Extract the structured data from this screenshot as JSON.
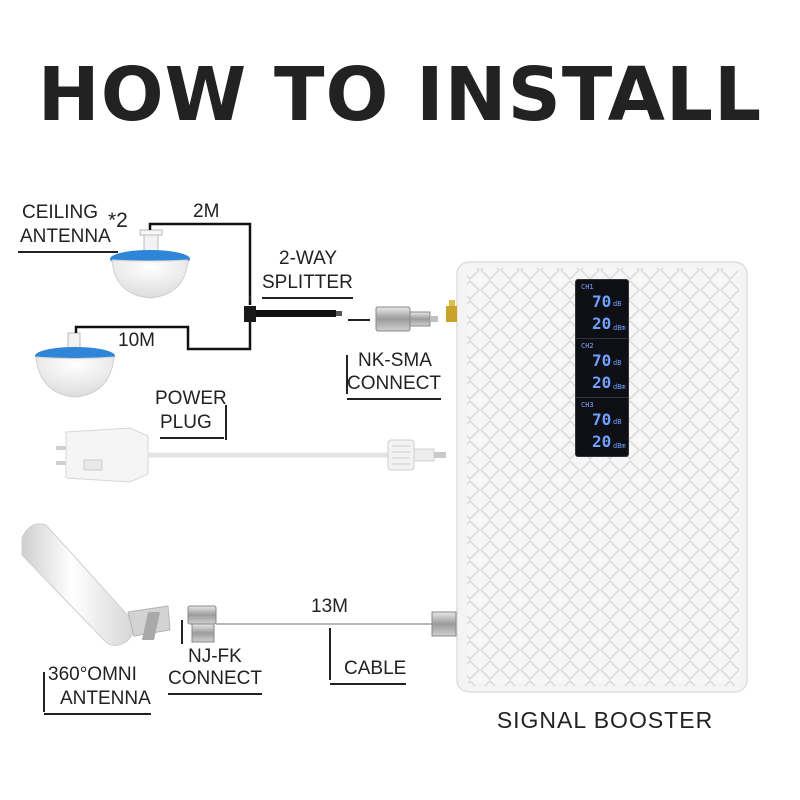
{
  "title": "HOW TO INSTALL",
  "labels": {
    "ceiling_antenna_line1": "CEILING",
    "ceiling_antenna_line2": "ANTENNA",
    "ceiling_multiplier": "*2",
    "cable_2m": "2M",
    "cable_10m": "10M",
    "splitter_line1": "2-WAY",
    "splitter_line2": "SPLITTER",
    "nk_sma_line1": "NK-SMA",
    "nk_sma_line2": "CONNECT",
    "power_line1": "POWER",
    "power_line2": "PLUG",
    "cable_13m": "13M",
    "cable": "CABLE",
    "nj_fk_line1": "NJ-FK",
    "nj_fk_line2": "CONNECT",
    "omni_line1": "360°OMNI",
    "omni_line2": "ANTENNA",
    "booster": "SIGNAL BOOSTER"
  },
  "display": {
    "channels": [
      {
        "tag": "CH1",
        "db": "70",
        "db_unit": "dB",
        "dbm": "20",
        "dbm_unit": "dBm"
      },
      {
        "tag": "CH2",
        "db": "70",
        "db_unit": "dB",
        "dbm": "20",
        "dbm_unit": "dBm"
      },
      {
        "tag": "CH3",
        "db": "70",
        "db_unit": "dB",
        "dbm": "20",
        "dbm_unit": "dBm"
      }
    ]
  },
  "colors": {
    "antenna_blue": "#2f86d8",
    "booster_body": "#f4f4f4",
    "lcd_digits": "#6fa0ff"
  }
}
